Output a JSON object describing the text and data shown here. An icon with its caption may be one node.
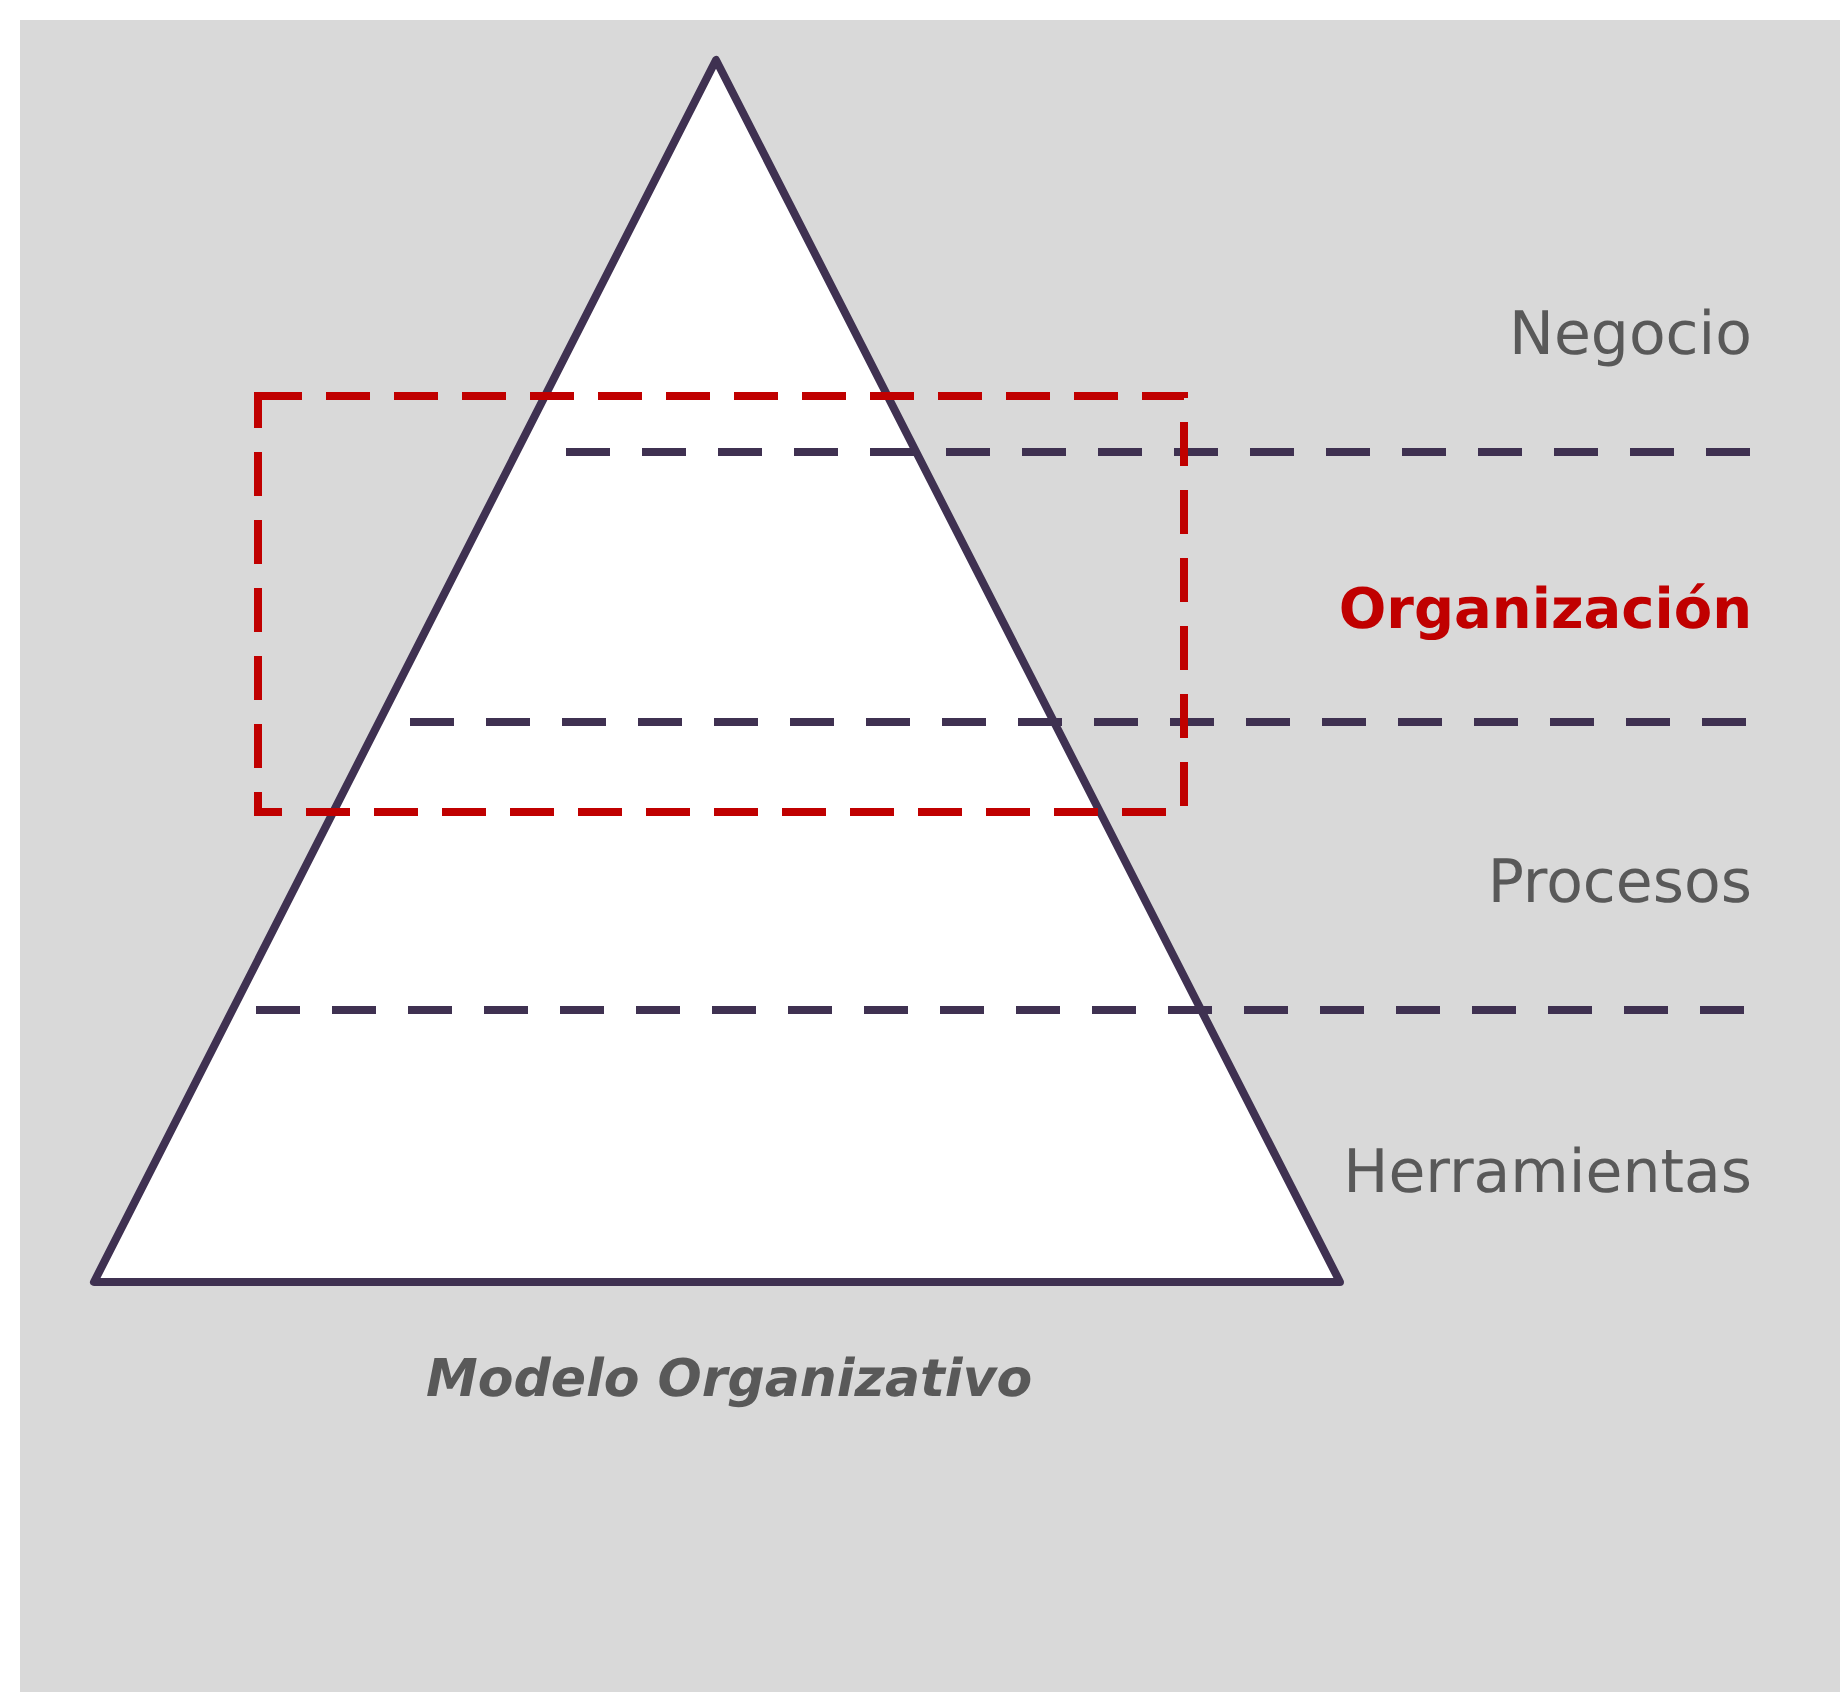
{
  "diagram": {
    "caption": "Modelo Organizativo",
    "labels": [
      "Negocio",
      "Organización",
      "Procesos",
      "Herramientas"
    ]
  }
}
